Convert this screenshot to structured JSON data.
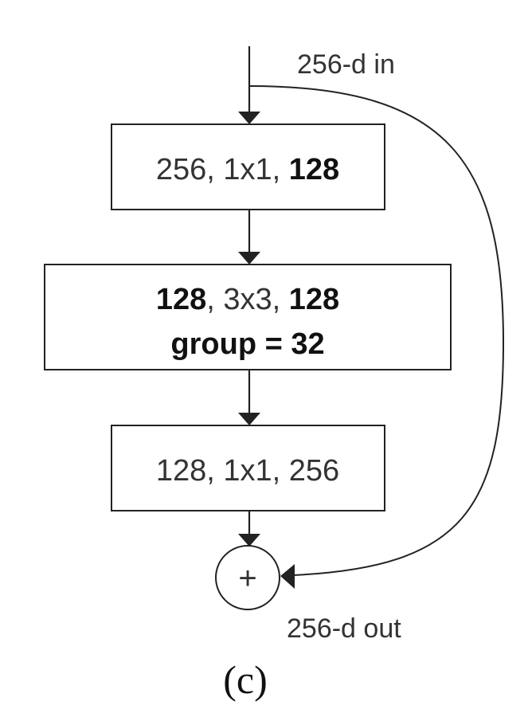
{
  "input_label": "256-d in",
  "output_label": "256-d out",
  "adder_symbol": "+",
  "caption": "(c)",
  "blocks": [
    {
      "in": "256",
      "sep1": ", ",
      "kernel": "1x1",
      "sep2": ", ",
      "out": "128"
    },
    {
      "in": "128",
      "sep1": ", ",
      "kernel": "3x3",
      "sep2": ", ",
      "out": "128",
      "group_text": "group = 32"
    },
    {
      "in": "128",
      "sep1": ", ",
      "kernel": "1x1",
      "sep2": ", ",
      "out": "256"
    }
  ]
}
